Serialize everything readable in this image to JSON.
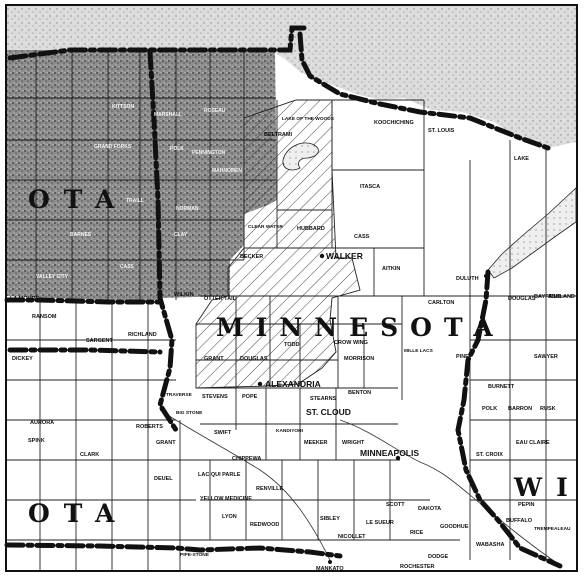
{
  "map": {
    "state_names": {
      "minnesota": "MINNESOTA",
      "dakota_west": "OTA",
      "dakota_south": "OTA",
      "wisconsin_partial": "WI"
    },
    "cities": {
      "walker": "WALKER",
      "alexandria": "ALEXANDRIA",
      "st_cloud": "ST. CLOUD",
      "minneapolis": "MINNEAPOLIS",
      "duluth": "DULUTH",
      "mankato": "MANKATO",
      "rochester": "ROCHESTER",
      "eau_claire": "EAU CLAIRE",
      "valley_city": "VALLEY CITY"
    },
    "counties": {
      "lake_of_the_woods": "LAKE OF THE WOODS",
      "koochiching": "KOOCHICHING",
      "st_louis": "ST. LOUIS",
      "beltrami": "BELTRAMI",
      "itasca": "ITASCA",
      "clearwater": "CLEAR WATER",
      "hubbard": "HUBBARD",
      "cass": "CASS",
      "becker": "BECKER",
      "aitkin": "AITKIN",
      "otter_tail": "OTTER TAIL",
      "wilkin": "WILKIN",
      "richland": "RICHLAND",
      "todd": "TODD",
      "crow_wing": "CROW WING",
      "morrison": "MORRISON",
      "mille_lacs": "MILLE LACS",
      "grant": "GRANT",
      "douglas": "DOUGLAS",
      "traverse": "TRAVERSE",
      "stevens": "STEVENS",
      "pope": "POPE",
      "stearns": "STEARNS",
      "benton": "BENTON",
      "big_stone": "BIG STONE",
      "roberts": "ROBERTS",
      "grant_sd": "GRANT",
      "swift": "SWIFT",
      "kandiyohi": "KANDIYOHI",
      "meeker": "MEEKER",
      "wright": "WRIGHT",
      "chippewa": "CHIPPEWA",
      "lac_qui_parle": "LAC QUI PARLE",
      "deuel": "DEUEL",
      "yellow_medicine": "YELLOW MEDICINE",
      "renville": "RENVILLE",
      "lyon": "LYON",
      "redwood": "REDWOOD",
      "sibley": "SIBLEY",
      "scott": "SCOTT",
      "le_sueur": "LE SUEUR",
      "rice": "RICE",
      "dakota": "DAKOTA",
      "goodhue": "GOODHUE",
      "wabasha": "WABASHA",
      "nicollet": "NICOLLET",
      "dodge": "DODGE",
      "pipestone": "PIPE-STONE",
      "carlton": "CARLTON",
      "pine": "PINE",
      "polk": "POLK",
      "barron": "BARRON",
      "rusk": "RUSK",
      "pepin": "PEPIN",
      "buffalo": "BUFFALO",
      "trempealeau": "TREMPEALEAU",
      "sawyer": "SAWYER",
      "burnett": "BURNETT",
      "st_croix": "ST. CROIX",
      "douglas_wi": "DOUGLAS",
      "bayfield": "BAYFIELD",
      "ashland": "ASHLAND",
      "lake": "LAKE",
      "clark": "CLARK",
      "spink": "SPINK",
      "aurora": "AURORA",
      "sargent": "SARGENT",
      "ransom": "RANSOM",
      "barnes": "BARNES",
      "cass_nd": "CASS",
      "traill": "TRAILL",
      "grand_forks": "GRAND FORKS",
      "polk_mn": "POLK",
      "pennington": "PENNINGTON",
      "norman": "NORMAN",
      "mahnomen": "MAHNOMEN",
      "clay": "CLAY",
      "marshall": "MARSHALL",
      "roseau": "ROSEAU",
      "kittson": "KITTSON",
      "la_moure": "LA MOURE",
      "dickey": "DICKEY"
    },
    "colors": {
      "line": "#111111",
      "paper": "#ffffff",
      "stipple": "#6e6e6e"
    }
  }
}
